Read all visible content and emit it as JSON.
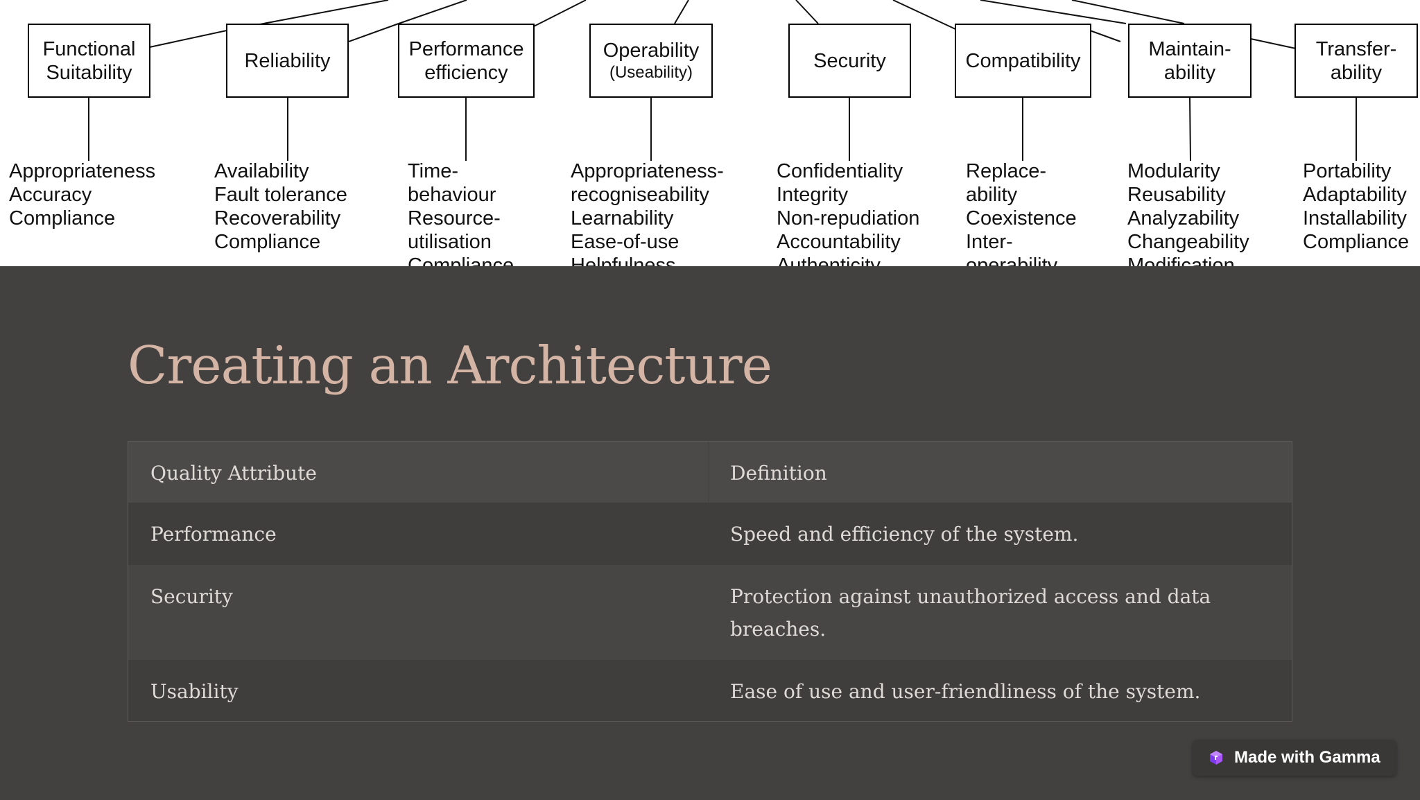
{
  "diagram": {
    "attributes": [
      {
        "label": "Functional\nSuitability",
        "subs": "Appropriateness\nAccuracy\nCompliance"
      },
      {
        "label": "Reliability",
        "subs": "Availability\nFault tolerance\nRecoverability\nCompliance"
      },
      {
        "label": "Performance\nefficiency",
        "subs": "Time-\nbehaviour\nResource-\nutilisation\nCompliance"
      },
      {
        "label": "Operability",
        "label_sub": "(Useability)",
        "subs": "Appropriateness-\n recogniseability\nLearnability\nEase-of-use\nHelpfulness"
      },
      {
        "label": "Security",
        "subs": "Confidentiality\nIntegrity\nNon-repudiation\nAccountability\nAuthenticity"
      },
      {
        "label": "Compatibility",
        "subs": "Replace-\nability\nCoexistence\nInter-\noperability"
      },
      {
        "label": "Maintain-\nability",
        "subs": "Modularity\nReusability\nAnalyzability\nChangeability\nModification"
      },
      {
        "label": "Transfer-\nability",
        "subs": "Portability\nAdaptability\nInstallability\nCompliance"
      }
    ]
  },
  "slide": {
    "title": "Creating an Architecture"
  },
  "table": {
    "headers": [
      "Quality Attribute",
      "Definition"
    ],
    "rows": [
      [
        "Performance",
        "Speed and efficiency of the system."
      ],
      [
        "Security",
        "Protection against unauthorized access and data breaches."
      ],
      [
        "Usability",
        "Ease of use and user-friendliness of the system."
      ]
    ]
  },
  "badge": {
    "label": "Made with Gamma",
    "icon": "gamma-logo-icon",
    "icon_color": "#a855f7"
  }
}
